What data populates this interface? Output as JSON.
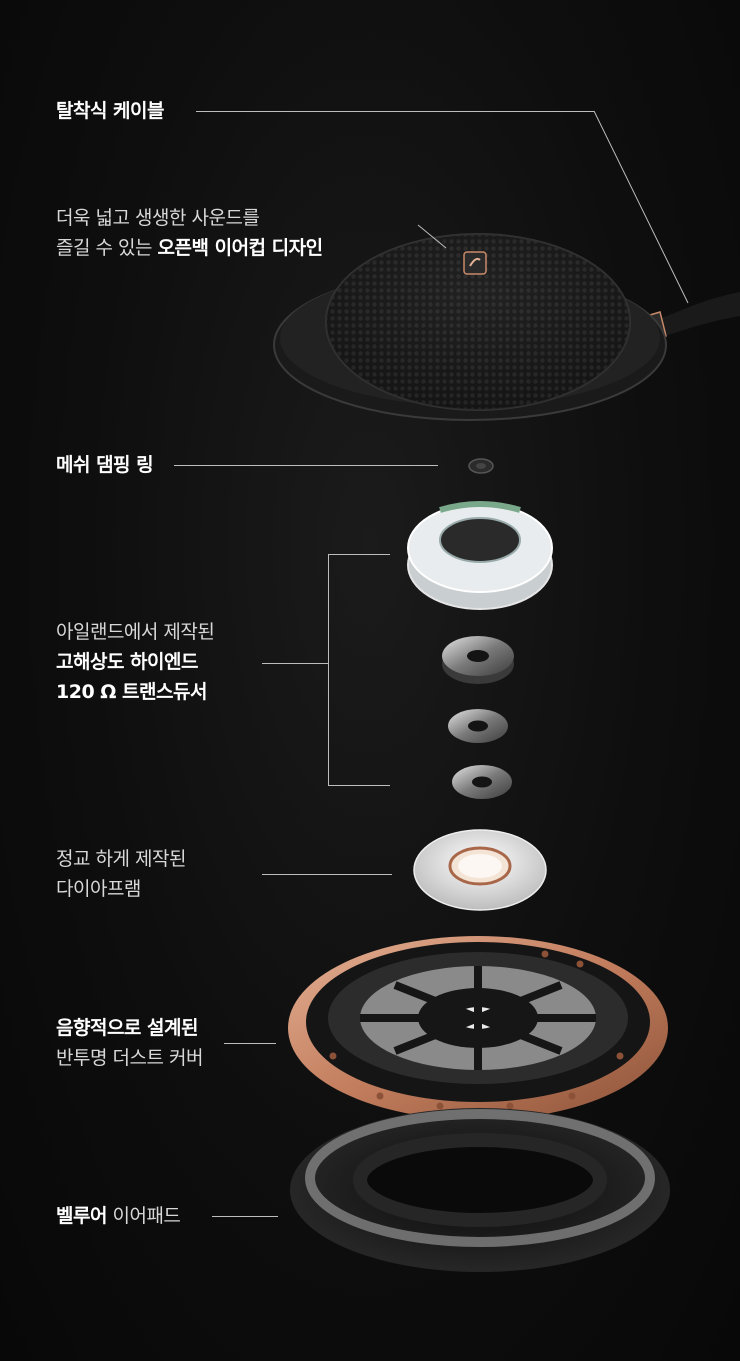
{
  "labels": {
    "cable": {
      "bold": "탈착식 케이블"
    },
    "openback": {
      "line1": "더욱 넓고 생생한 사운드를",
      "line2_plain": "즐길 수 있는 ",
      "line2_bold": "오픈백 이어컵 디자인"
    },
    "mesh": {
      "bold": "메쉬 댐핑 링"
    },
    "transducer": {
      "line1": "아일랜드에서 제작된",
      "line2_bold": "고해상도 하이엔드",
      "line3_bold": "120 Ω 트랜스듀서"
    },
    "diaphragm": {
      "line1": "정교 하게 제작된",
      "line2": "다이아프램"
    },
    "cover": {
      "line1_bold": "음향적으로 설계된",
      "line2": "반투명 더스트 커버"
    },
    "earpad": {
      "bold": "벨루어",
      "plain": " 이어패드"
    }
  },
  "colors": {
    "background": "#0e0e0e",
    "copper": "#c98a6a",
    "leader_line": "#bdbdbd"
  },
  "icons": {
    "logo": "sennheiser-logo"
  }
}
